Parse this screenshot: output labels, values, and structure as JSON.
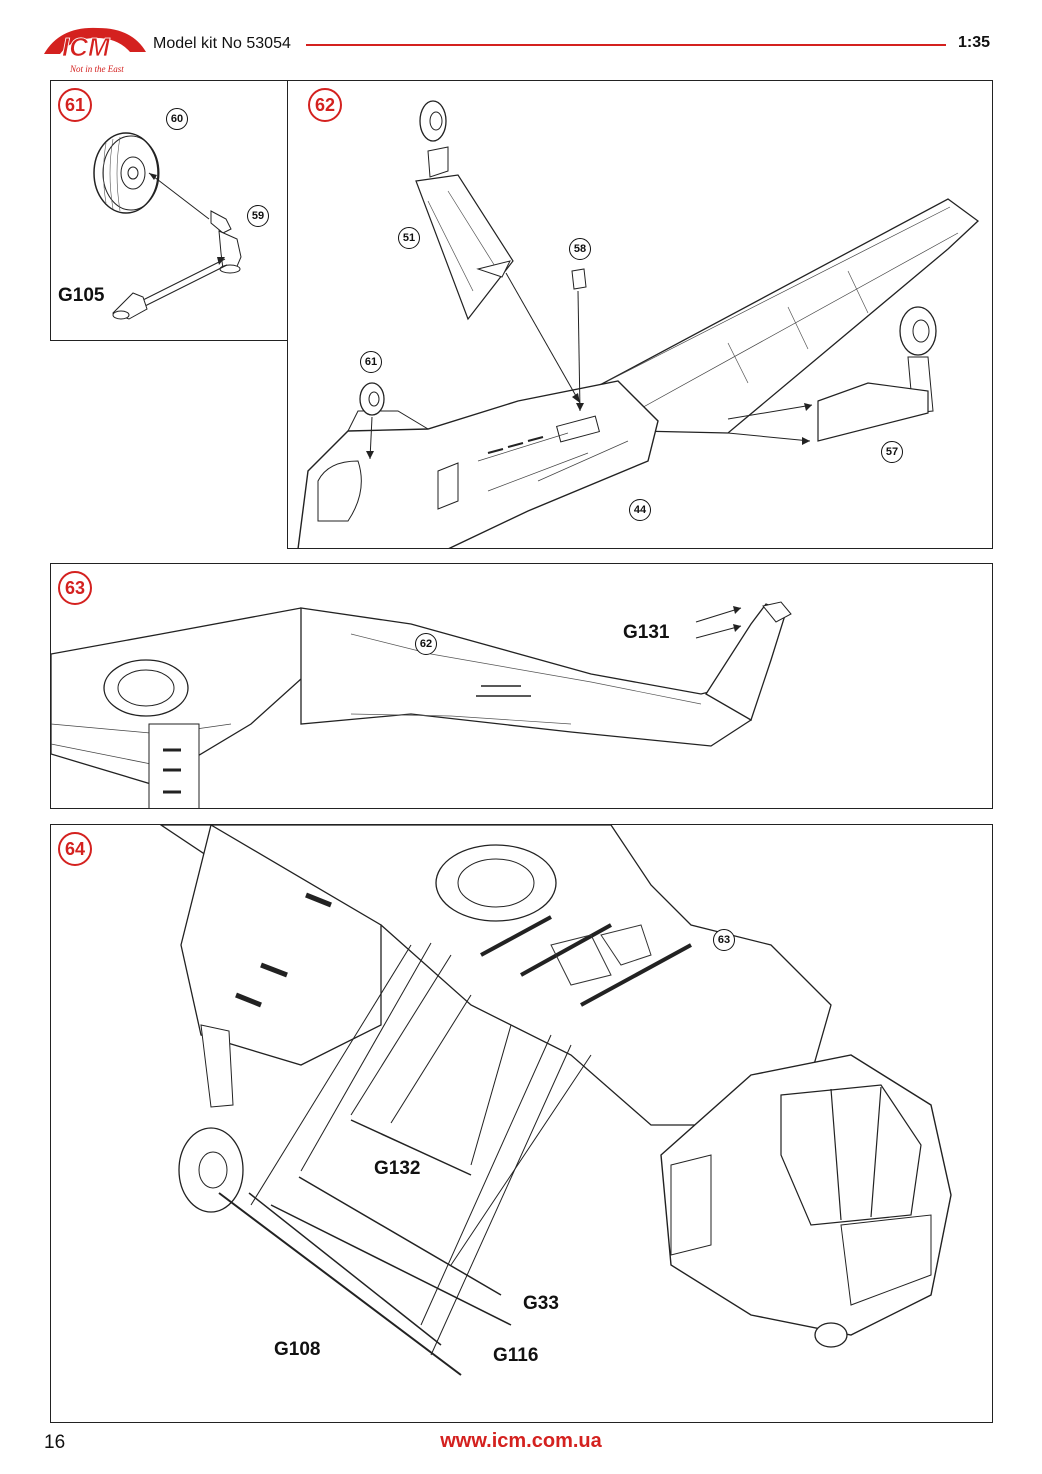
{
  "header": {
    "brand": "ICM",
    "tagline": "Not in the East",
    "model_title": "Model kit No 53054",
    "scale": "1:35",
    "accent_color": "#d4211f"
  },
  "steps": [
    {
      "number": "61",
      "parts": [
        {
          "label": "60"
        },
        {
          "label": "59"
        },
        {
          "label": "G105"
        }
      ]
    },
    {
      "number": "62",
      "parts": [
        {
          "label": "51"
        },
        {
          "label": "58"
        },
        {
          "label": "61"
        },
        {
          "label": "44"
        },
        {
          "label": "57"
        }
      ]
    },
    {
      "number": "63",
      "parts": [
        {
          "label": "62"
        },
        {
          "label": "G131"
        }
      ]
    },
    {
      "number": "64",
      "parts": [
        {
          "label": "63"
        },
        {
          "label": "G132"
        },
        {
          "label": "G33"
        },
        {
          "label": "G108"
        },
        {
          "label": "G116"
        }
      ]
    }
  ],
  "footer": {
    "page_number": "16",
    "website": "www.icm.com.ua"
  }
}
